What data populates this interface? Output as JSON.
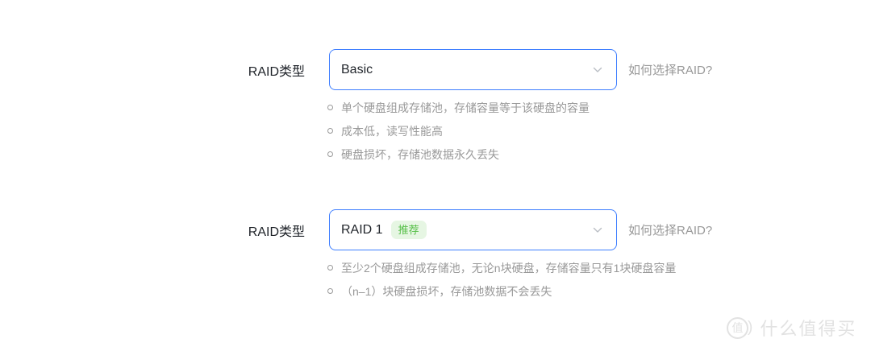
{
  "colors": {
    "accent_blue": "#3e7eff",
    "text_primary": "#1f2329",
    "text_secondary": "#999999",
    "badge_bg": "#e6f6e3",
    "badge_text": "#55bf47",
    "watermark": "#e2e2e2"
  },
  "form_items": [
    {
      "label": "RAID类型",
      "select": {
        "value": "Basic"
      },
      "help_link": "如何选择RAID?",
      "bullets": [
        "单个硬盘组成存储池，存储容量等于该硬盘的容量",
        "成本低，读写性能高",
        "硬盘损坏，存储池数据永久丢失"
      ]
    },
    {
      "label": "RAID类型",
      "select": {
        "value": "RAID 1",
        "badge": "推荐"
      },
      "help_link": "如何选择RAID?",
      "bullets": [
        "至少2个硬盘组成存储池，无论n块硬盘，存储容量只有1块硬盘容量",
        "（n–1）块硬盘损坏，存储池数据不会丢失"
      ]
    }
  ],
  "icons": {
    "select_chevron": "chevron-down"
  },
  "watermark": {
    "logo_char": "值",
    "logo_paren": ")",
    "text": "什么值得买"
  }
}
